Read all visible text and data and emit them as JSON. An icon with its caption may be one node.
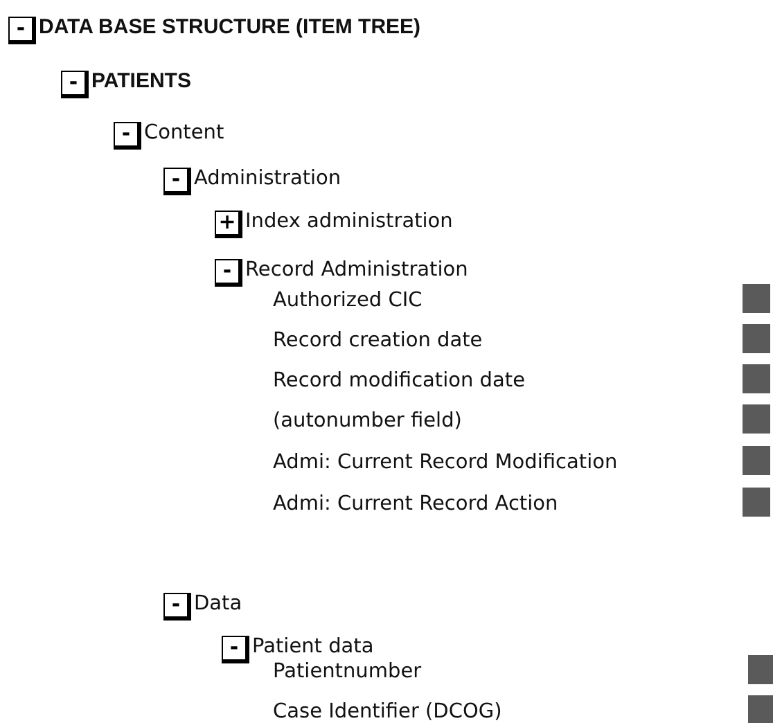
{
  "diagram": {
    "nodes": [
      {
        "text": [
          "-"
        ],
        "beside": [
          "DATA BASE STRUCTURE (ITEM TREE)"
        ]
      },
      {
        "text": [
          "-"
        ],
        "beside": [
          "PATIENTS"
        ]
      },
      {
        "text": [
          "-"
        ],
        "beside": [
          "Content"
        ]
      },
      {
        "text": [
          "-"
        ],
        "beside": [
          "Administration"
        ]
      },
      {
        "text": [
          "+"
        ],
        "beside": [
          "Index administration"
        ]
      },
      {
        "text": [
          "-"
        ],
        "beside": [
          "Record Administration"
        ]
      },
      {
        "text": [],
        "shape": "box"
      },
      {
        "text": [],
        "shape": "box"
      },
      {
        "text": [],
        "shape": "box"
      },
      {
        "text": [],
        "shape": "box"
      },
      {
        "text": [],
        "shape": "box"
      },
      {
        "text": [],
        "shape": "box"
      },
      {
        "text": [
          "-"
        ],
        "beside": [
          "Data"
        ]
      },
      {
        "text": [
          "-"
        ],
        "beside": [
          "Patient data"
        ]
      },
      {
        "text": [],
        "shape": "box"
      },
      {
        "text": [],
        "shape": "box"
      }
    ],
    "edges": [],
    "labels": [
      "Authorized CIC",
      "Record creation date",
      "Record modification date",
      "(autonumber field)",
      "Admi: Current Record Modification",
      "Admi: Current Record Action",
      "Patientnumber",
      "Case Identifier (DCOG)"
    ]
  }
}
